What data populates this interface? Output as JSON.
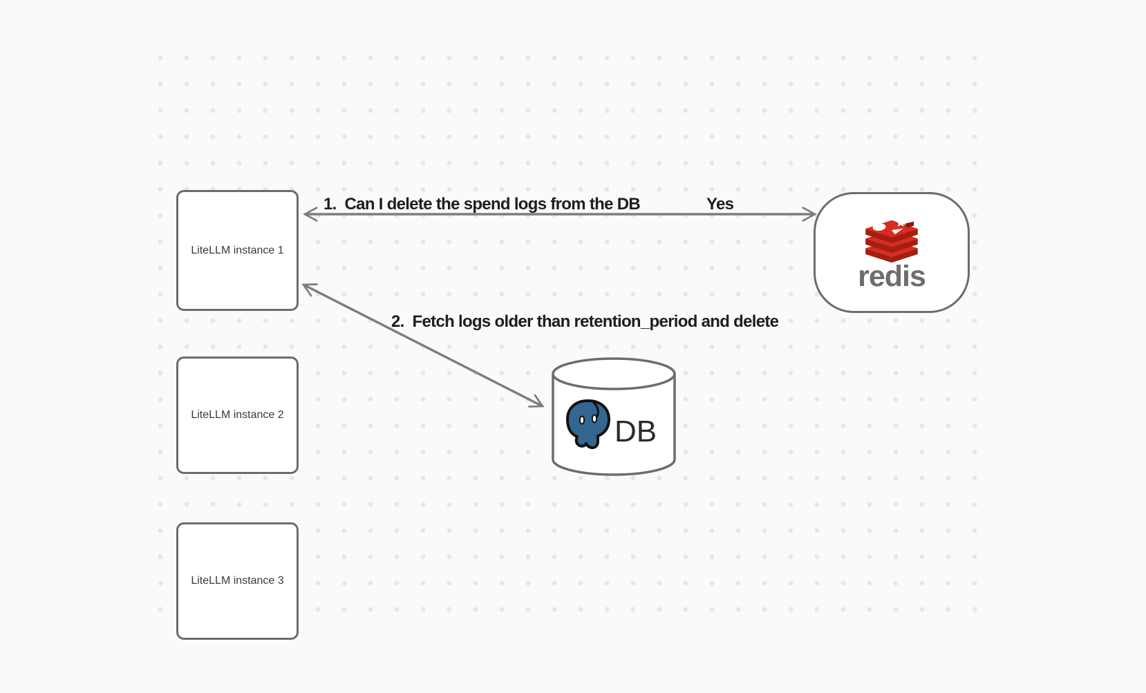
{
  "diagram": {
    "background_color": "#fafafa",
    "dot_color": "#e7e7e7",
    "stroke_color": "#6c6c6c",
    "arrow_color": "#7d7d7d",
    "nodes": {
      "instances": [
        {
          "label": "LiteLLM instance 1"
        },
        {
          "label": "LiteLLM instance 2"
        },
        {
          "label": "LiteLLM instance 3"
        }
      ],
      "redis": {
        "wordmark": "redis",
        "icon": "redis-stack-icon",
        "colors": {
          "red": "#d82c20",
          "dark_red": "#a41e11",
          "cube": "#8a1509",
          "text": "#6d6d6d"
        }
      },
      "db": {
        "label": "DB",
        "icon": "postgresql-elephant-icon",
        "colors": {
          "blue": "#336791"
        }
      }
    },
    "edges": [
      {
        "id": "edge-1",
        "from": "litellm-instance-1",
        "to": "redis",
        "direction": "both",
        "label": "1.  Can I delete the spend logs from the DB",
        "response": "Yes"
      },
      {
        "id": "edge-2",
        "from": "litellm-instance-1",
        "to": "db",
        "direction": "both",
        "label": "2.  Fetch logs older than retention_period and delete"
      }
    ]
  }
}
